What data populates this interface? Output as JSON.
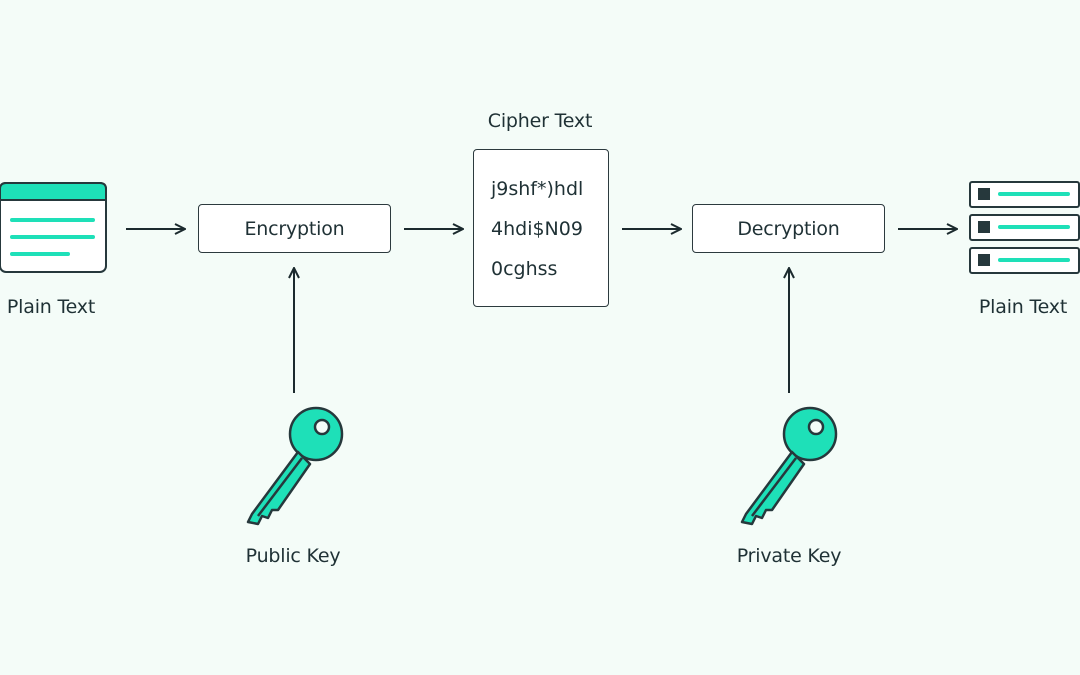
{
  "nodes": {
    "plain_text_in": "Plain Text",
    "encryption": "Encryption",
    "cipher_text_title": "Cipher Text",
    "cipher_lines": [
      "j9shf*)hdl",
      "4hdi$N09",
      "0cghss"
    ],
    "decryption": "Decryption",
    "plain_text_out": "Plain Text",
    "public_key": "Public Key",
    "private_key": "Private Key"
  },
  "colors": {
    "background": "#f4fcf8",
    "accent": "#1ee0b8",
    "ink": "#1f3135",
    "dark": "#26383c"
  },
  "icons": {
    "input": "document-icon",
    "output": "server-stack-icon",
    "keys": "key-icon"
  }
}
